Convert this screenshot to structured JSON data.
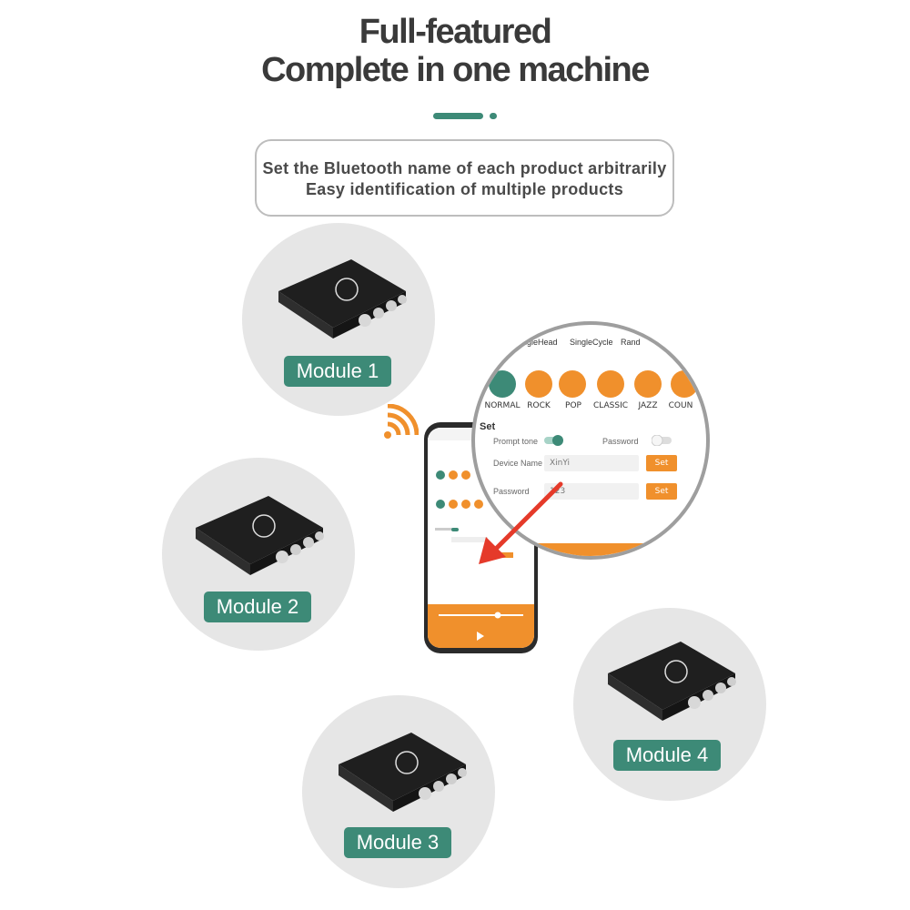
{
  "header": {
    "title_line1": "Full-featured",
    "title_line2": "Complete in one machine"
  },
  "subtitle": {
    "line1": "Set the Bluetooth name of each product arbitrarily",
    "line2": "Easy identification of multiple products"
  },
  "modules": [
    {
      "label": "Module 1"
    },
    {
      "label": "Module 2"
    },
    {
      "label": "Module 3"
    },
    {
      "label": "Module 4"
    }
  ],
  "zoom": {
    "play_modes": [
      "SingleHead",
      "SingleCycle",
      "Rand"
    ],
    "eq_modes": [
      "NORMAL",
      "ROCK",
      "POP",
      "CLASSIC",
      "JAZZ",
      "COUN"
    ],
    "set_heading": "Set",
    "prompt_tone_label": "Prompt tone",
    "password_toggle_label": "Password",
    "device_name_label": "Device Name",
    "device_name_value": "XinYi",
    "password_label": "Password",
    "password_value": "123",
    "set_button": "Set"
  },
  "colors": {
    "accent_green": "#3d8a77",
    "accent_orange": "#f0902c",
    "module_bg": "#e6e6e6"
  }
}
